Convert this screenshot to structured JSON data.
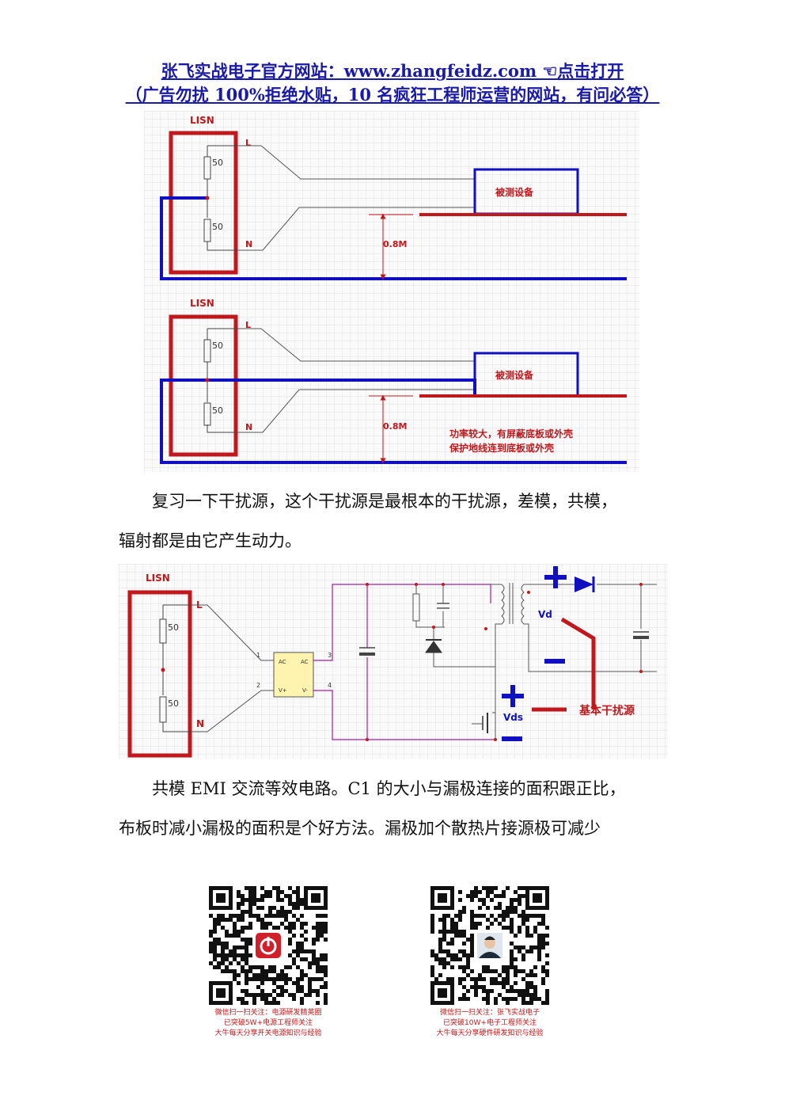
{
  "header": {
    "line1": "张飞实战电子官方网站：www.zhangfeidz.com ☜点击打开",
    "line2": "（广告勿扰 100%拒绝水贴，10 名疯狂工程师运营的网站，有问必答）"
  },
  "figure1": {
    "upper": {
      "lisn": "LISN",
      "L": "L",
      "N": "N",
      "r1": "50",
      "r2": "50",
      "device": "被测设备",
      "height": "0.8M"
    },
    "lower": {
      "lisn": "LISN",
      "L": "L",
      "N": "N",
      "r1": "50",
      "r2": "50",
      "device": "被测设备",
      "height": "0.8M",
      "note1": "功率较大，有屏蔽底板或外壳",
      "note2": "保护地线连到底板或外壳"
    }
  },
  "paragraph1": {
    "line1": "复习一下干扰源，这个干扰源是最根本的干扰源，差模，共模，",
    "line2": "辐射都是由它产生动力。"
  },
  "figure2": {
    "lisn": "LISN",
    "L": "L",
    "N": "N",
    "r1": "50",
    "r2": "50",
    "bridge_ac1": "AC",
    "bridge_ac2": "AC",
    "bridge_vp": "V+",
    "bridge_vm": "V-",
    "pin1": "1",
    "pin2": "2",
    "pin3": "3",
    "pin4": "4",
    "vd": "Vd",
    "vds": "Vds",
    "source": "基本干扰源"
  },
  "paragraph2": {
    "line1": "共模 EMI 交流等效电路。C1 的大小与漏极连接的面积跟正比，",
    "line2": "布板时减小漏极的面积是个好方法。漏极加个散热片接源极可减少"
  },
  "qr_left": {
    "center_icon": "power-icon",
    "caption1": "微信扫一扫关注：电源研发精英圈",
    "caption2": "已突破5W+电源工程师关注",
    "caption3": "大牛每天分享开关电源知识与经验"
  },
  "qr_right": {
    "center_icon": "person-avatar",
    "caption1": "微信扫一扫关注：张飞实战电子",
    "caption2": "已突破10W+电子工程师关注",
    "caption3": "大牛每天分享硬件研发知识与经验"
  },
  "colors": {
    "red": "#c0181c",
    "blue": "#1010c0",
    "magenta": "#a020a0",
    "grid": "#d8d8d8",
    "link": "#1a1aa8"
  }
}
